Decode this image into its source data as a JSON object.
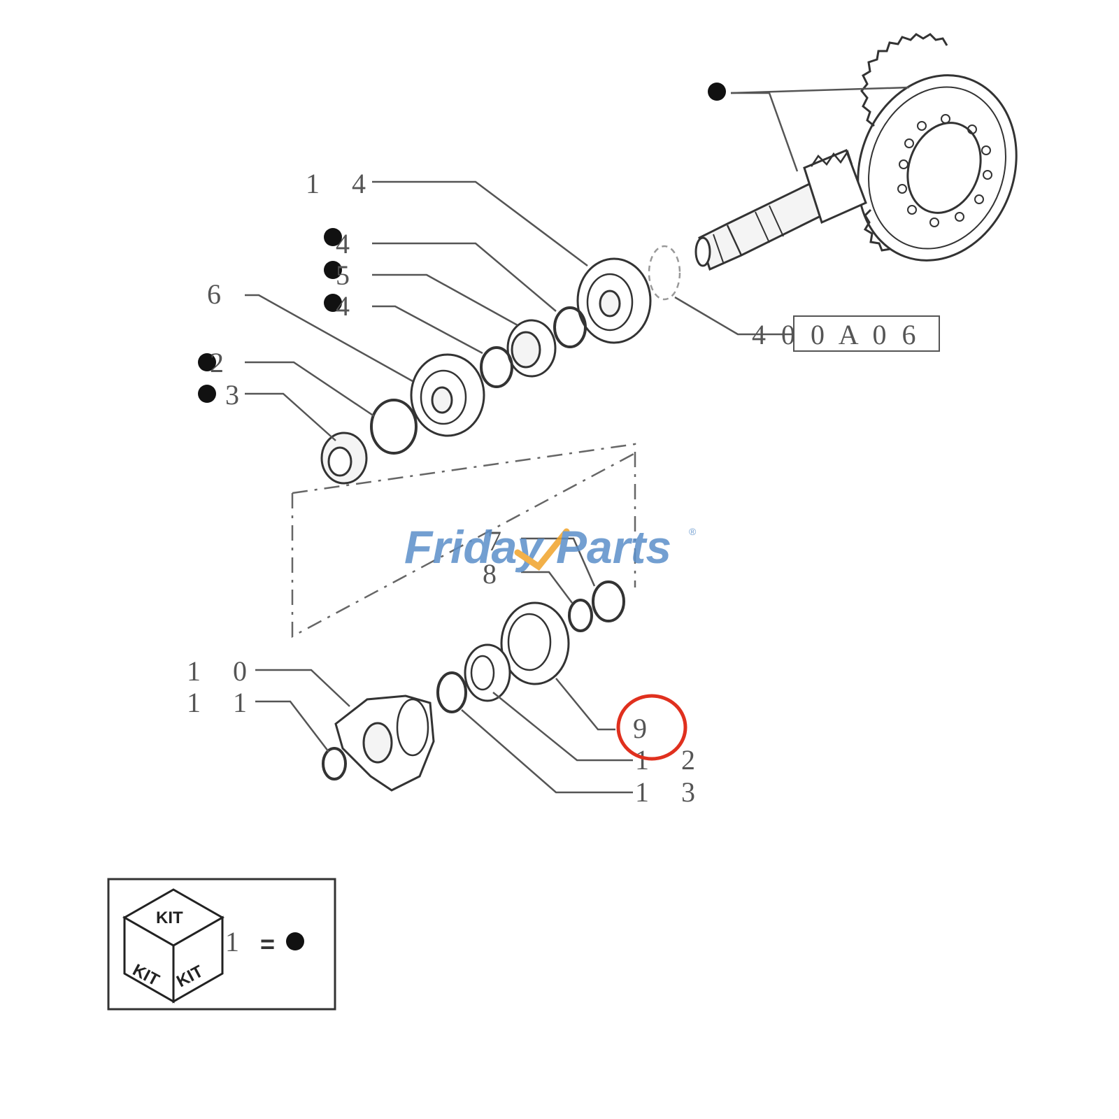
{
  "labels": {
    "l14": "1 4",
    "l4a": "4",
    "l5": "5",
    "l4b": "4",
    "l6": "6",
    "l2": "2",
    "l3": "3",
    "ref": "4 0 0 A   0 6",
    "l7": "7",
    "l8": "8",
    "l10": "1 0",
    "l11": "1 1",
    "l9": "9",
    "l12": "1 2",
    "l13": "1 3"
  },
  "watermark": {
    "friday": "Friday",
    "parts": "Parts",
    "reg": "®"
  },
  "kit_box": {
    "face_top": "KIT",
    "face_left": "KIT",
    "face_right": "KIT",
    "number": "1",
    "equals": "="
  },
  "colors": {
    "highlight": "#e0301e",
    "watermark_blue": "#5b8fc9",
    "watermark_orange": "#f0a32a",
    "ink": "#333333"
  }
}
